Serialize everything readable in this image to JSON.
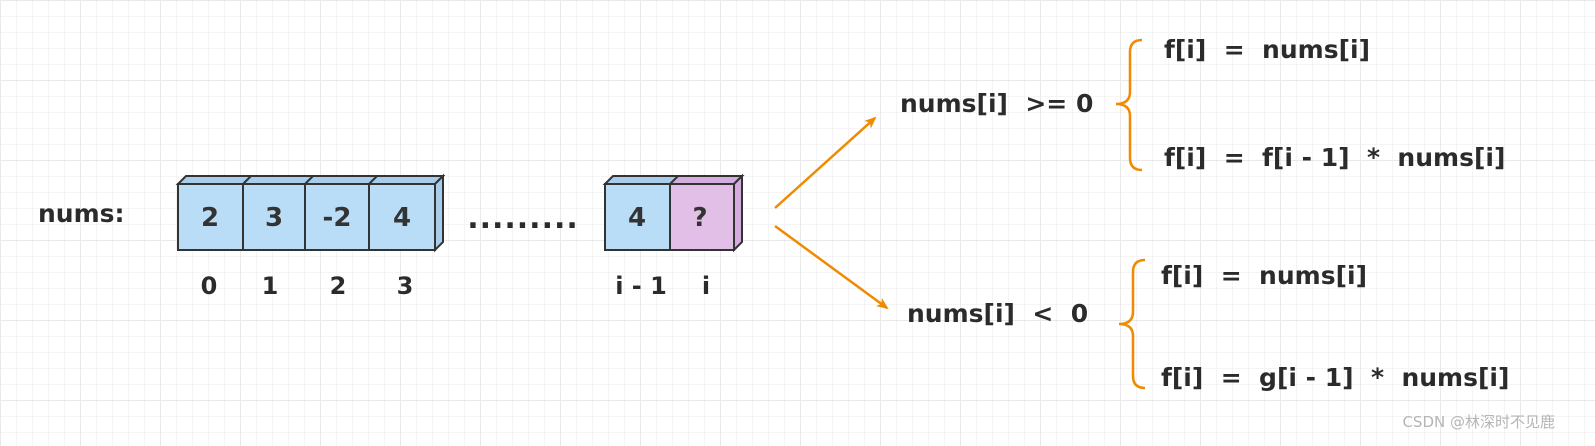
{
  "label": "nums:",
  "cells": [
    {
      "value": "2",
      "index": "0"
    },
    {
      "value": "3",
      "index": "1"
    },
    {
      "value": "-2",
      "index": "2"
    },
    {
      "value": "4",
      "index": "3"
    }
  ],
  "ellipsis": ".........",
  "tail_cells": [
    {
      "value": "4",
      "index": "i - 1"
    },
    {
      "value": "?",
      "index": "i"
    }
  ],
  "branches": {
    "upper": {
      "condition": "nums[i]  >= 0",
      "case_a": "f[i]  =  nums[i]",
      "case_b": "f[i]  =  f[i - 1]  *  nums[i]"
    },
    "lower": {
      "condition": "nums[i]  <  0",
      "case_a": "f[i]  =  nums[i]",
      "case_b": "f[i]  =  g[i - 1]  *  nums[i]"
    }
  },
  "colors": {
    "cell_fill": "#b9dcf7",
    "cell_top": "#a8cdea",
    "highlight_fill": "#e2bfe6",
    "highlight_top": "#d4ace0",
    "stroke": "#333333",
    "arrow": "#f08a00"
  },
  "watermark": "CSDN @林深时不见鹿"
}
